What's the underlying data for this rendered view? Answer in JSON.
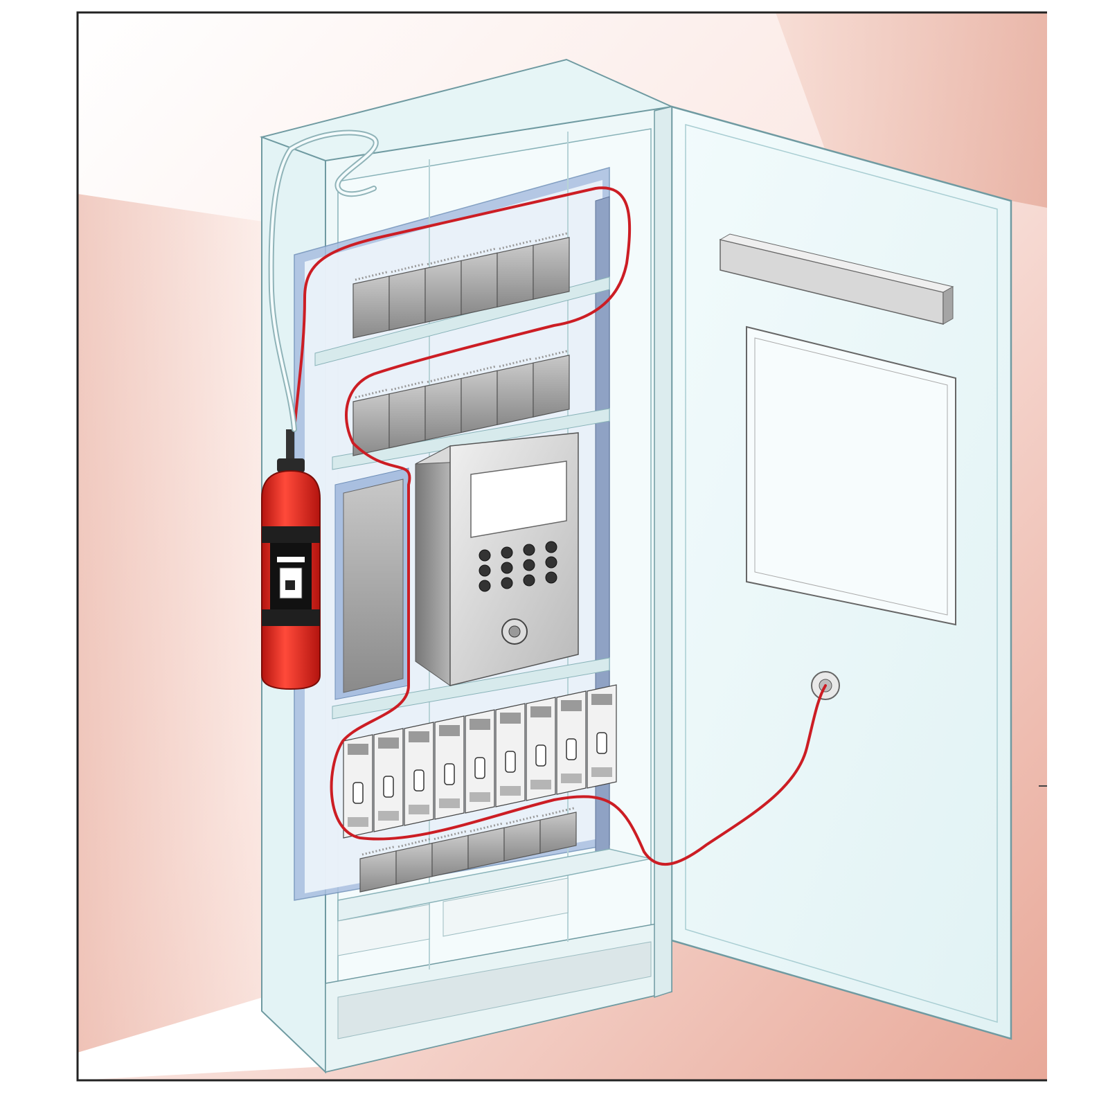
{
  "scene": {
    "subject": "electrical-cabinet-with-fire-suppression",
    "colors": {
      "wall_tint": "#f0c7bc",
      "cabinet": "#e9f6f7",
      "cabinet_edge": "#7fa7ad",
      "panel_blue": "#9db6d6",
      "module_gray": "#a9a9a9",
      "extinguisher_red": "#e1251b",
      "tube_red": "#cc1d24"
    },
    "extinguisher": {
      "icon": "fire-extinguisher-icon"
    },
    "control_box": {
      "button_count": 12,
      "has_key_switch": true
    },
    "breakers": {
      "count": 9
    },
    "module_rows": {
      "top_row_count": 6,
      "second_row_count": 6,
      "bottom_row_count": 6
    }
  }
}
